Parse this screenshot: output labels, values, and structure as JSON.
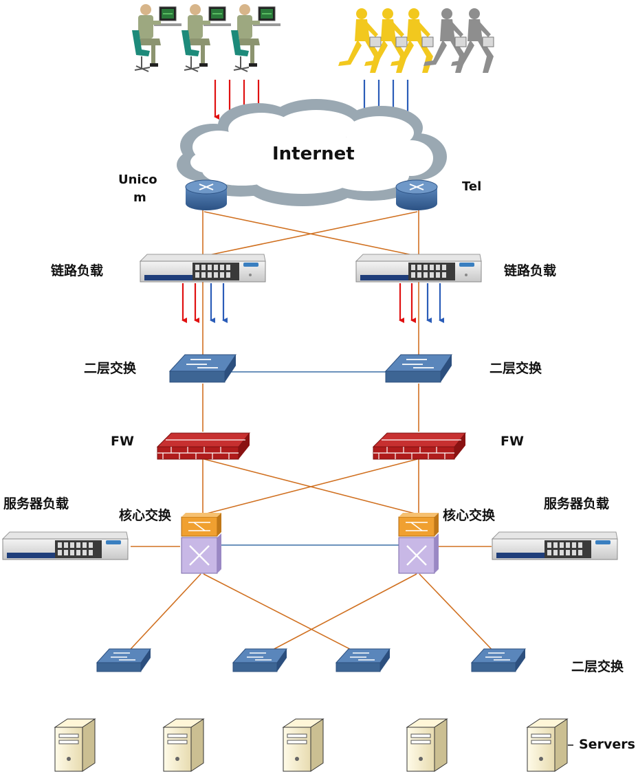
{
  "cloud": {
    "label": "Internet"
  },
  "isp": {
    "left": [
      "Unico",
      "m"
    ],
    "right": "Tel"
  },
  "layers": {
    "link_lb": "链路负载",
    "l2_top": "二层交换",
    "firewall": "FW",
    "server_lb": "服务器负载",
    "core": "核心交换",
    "l2_bottom": "二层交换",
    "servers": "Servers"
  },
  "colors": {
    "link": "#d07020",
    "ha": "#3a6ea5",
    "flow_unicom": "#e01010",
    "flow_tel": "#2a5cb8",
    "switch": "#3d6594",
    "firewall": "#b01c1c"
  }
}
